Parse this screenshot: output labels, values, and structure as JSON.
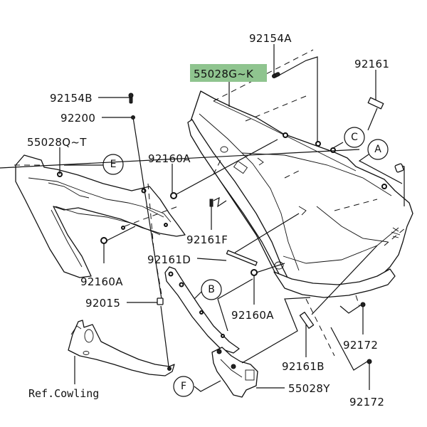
{
  "diagram": {
    "title": "Side Covers parts diagram",
    "highlight_color": "#8fc48f",
    "parts": {
      "p55028GK": "55028G~K",
      "p92154A": "92154A",
      "p92161": "92161",
      "p92154B": "92154B",
      "p92200": "92200",
      "p55028QT": "55028Q~T",
      "p92160A_top": "92160A",
      "p92161F": "92161F",
      "p92161D": "92161D",
      "p92160A_left": "92160A",
      "p92015": "92015",
      "p92160A_mid": "92160A",
      "pRefCowling": "Ref.Cowling",
      "p92161B": "92161B",
      "p92172_a": "92172",
      "p92172_b": "92172",
      "p55028Y": "55028Y"
    },
    "callouts": {
      "A": "A",
      "B": "B",
      "C": "C",
      "E": "E",
      "F": "F"
    },
    "highlighted_part": "55028G~K"
  }
}
